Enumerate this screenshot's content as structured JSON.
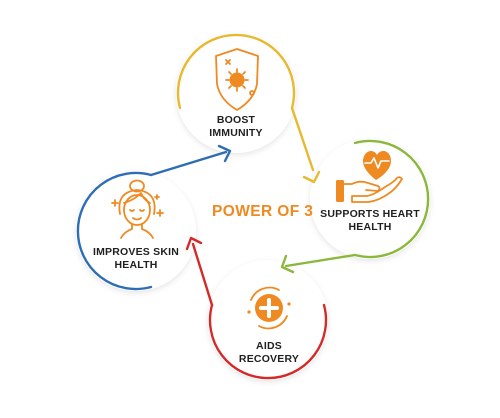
{
  "center_title": "POWER OF 3",
  "nodes": [
    {
      "line1": "BOOST",
      "line2": "IMMUNITY",
      "icon": "virus-shield-icon",
      "color": "#e8b930"
    },
    {
      "line1": "SUPPORTS HEART",
      "line2": "HEALTH",
      "icon": "heart-hand-icon",
      "color": "#8bb83a"
    },
    {
      "line1": "AIDS",
      "line2": "RECOVERY",
      "icon": "medical-cross-icon",
      "color": "#d42a2a"
    },
    {
      "line1": "IMPROVES SKIN",
      "line2": "HEALTH",
      "icon": "woman-face-icon",
      "color": "#2e6db5"
    }
  ],
  "colors": {
    "accent": "#ef8a22",
    "yellow": "#e8b930",
    "green": "#8bb83a",
    "red": "#d42a2a",
    "blue": "#2e6db5",
    "text": "#1f1f1f"
  }
}
